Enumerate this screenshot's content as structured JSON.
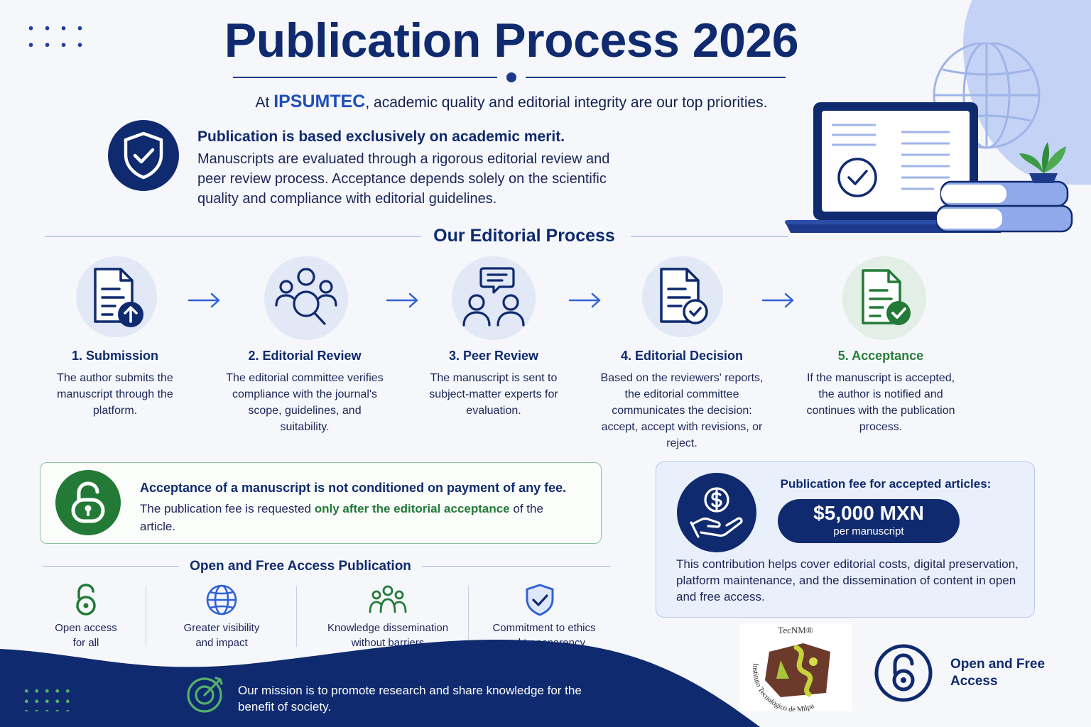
{
  "header": {
    "title": "Publication Process 2026",
    "subtitle_prefix": "At ",
    "brand": "IPSUMTEC",
    "subtitle_suffix": ", academic quality and editorial integrity are our top priorities."
  },
  "merit": {
    "title": "Publication is based exclusively on academic merit.",
    "text": "Manuscripts are evaluated through a rigorous editorial review and peer review process. Acceptance depends solely on the scientific quality and compliance with editorial guidelines."
  },
  "process": {
    "title": "Our Editorial Process",
    "steps": [
      {
        "title": "1. Submission",
        "desc": "The author submits the manuscript through the platform.",
        "icon": "upload-document-icon"
      },
      {
        "title": "2. Editorial Review",
        "desc": "The editorial committee verifies compliance with the journal's scope, guidelines, and suitability.",
        "icon": "team-search-icon"
      },
      {
        "title": "3. Peer Review",
        "desc": "The manuscript is sent to subject-matter experts for evaluation.",
        "icon": "reviewers-chat-icon"
      },
      {
        "title": "4. Editorial Decision",
        "desc": "Based on the reviewers' reports, the editorial committee communicates the decision: accept, accept with revisions, or reject.",
        "icon": "document-check-icon"
      },
      {
        "title": "5. Acceptance",
        "desc": "If the manuscript is accepted, the author is notified and continues with the publication process.",
        "icon": "document-approved-icon"
      }
    ]
  },
  "acceptance": {
    "title": "Acceptance of a manuscript is not conditioned on payment of any fee.",
    "text_before": "The publication fee is requested ",
    "text_highlight": "only after the editorial acceptance",
    "text_after": " of the article."
  },
  "fee": {
    "label": "Publication fee for accepted articles:",
    "amount": "$5,000 MXN",
    "unit": "per manuscript",
    "text": "This contribution helps cover editorial costs, digital preservation, platform maintenance, and the dissemination of content in open and free access."
  },
  "open_access": {
    "title": "Open and Free Access Publication",
    "items": [
      {
        "label": "Open access for all",
        "icon": "open-lock-icon"
      },
      {
        "label": "Greater visibility and impact",
        "icon": "globe-icon"
      },
      {
        "label": "Knowledge dissemination without barriers",
        "icon": "people-icon"
      },
      {
        "label": "Commitment to ethics and transparency",
        "icon": "shield-check-icon"
      }
    ]
  },
  "footer": {
    "mission": "Our mission is to promote research and share knowledge for the benefit of society.",
    "logo_top": "TecNM®",
    "logo_ring": "Instituto Tecnológico de Milpa Alta",
    "oa_logo_text": "Open and Free Access"
  },
  "colors": {
    "navy": "#0f2a6e",
    "blue_accent": "#1e4fb8",
    "green": "#237a37",
    "light_blue": "#c4d2f5",
    "background": "#f5f7fb"
  }
}
